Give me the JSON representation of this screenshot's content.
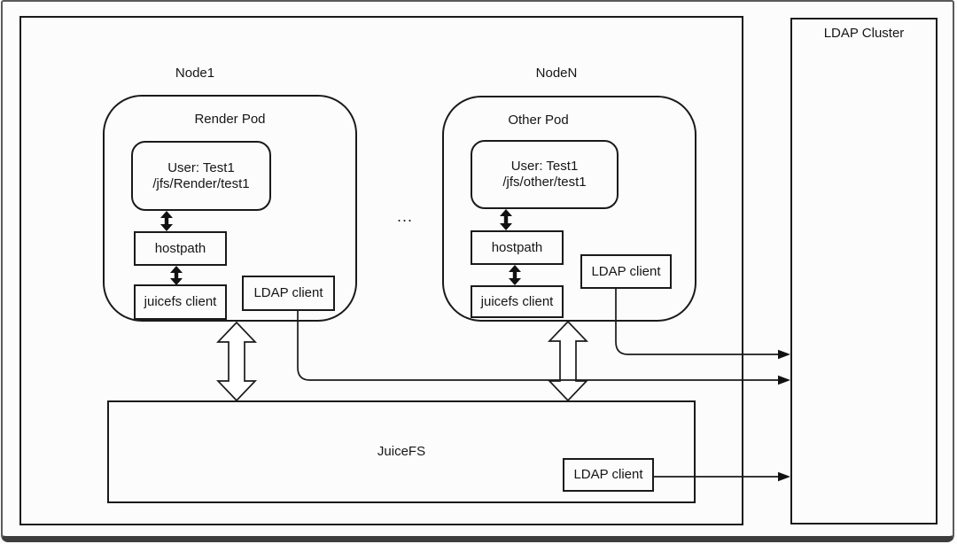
{
  "diagram": {
    "nodes": [
      {
        "label": "Node1",
        "pod": "Render Pod",
        "user_line1": "User: Test1",
        "user_line2": "/jfs/Render/test1",
        "hostpath": "hostpath",
        "juicefs_client": "juicefs client",
        "ldap_client": "LDAP client"
      },
      {
        "label": "NodeN",
        "pod": "Other Pod",
        "user_line1": "User: Test1",
        "user_line2": "/jfs/other/test1",
        "hostpath": "hostpath",
        "juicefs_client": "juicefs client",
        "ldap_client": "LDAP client"
      }
    ],
    "ellipsis": "...",
    "juicefs": {
      "label": "JuiceFS",
      "ldap_client": "LDAP client"
    },
    "ldap_cluster": {
      "label": "LDAP Cluster"
    },
    "colors": {
      "line": "#1a1a1a",
      "canvas": "#fcfcfc",
      "frame": "#5a5a5a"
    }
  }
}
